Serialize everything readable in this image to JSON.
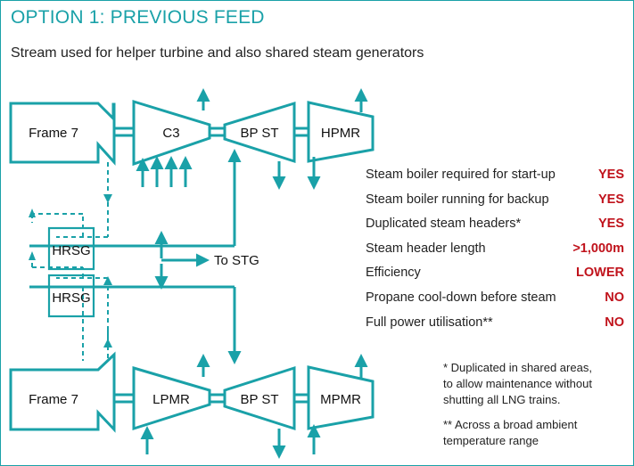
{
  "header": {
    "title": "OPTION 1: PREVIOUS FEED",
    "subtitle": "Stream used for helper turbine and also shared steam generators"
  },
  "diagram": {
    "top_train": {
      "gas_turbine": "Frame 7",
      "compressor_1": "C3",
      "steam_turbine": "BP ST",
      "compressor_2": "HPMR"
    },
    "bottom_train": {
      "gas_turbine": "Frame 7",
      "compressor_1": "LPMR",
      "steam_turbine": "BP ST",
      "compressor_2": "MPMR"
    },
    "hrsg_1": "HRSG",
    "hrsg_2": "HRSG",
    "to_stg": "To STG"
  },
  "comparison": [
    {
      "label": "Steam boiler required for start-up",
      "value": "YES"
    },
    {
      "label": "Steam boiler running for backup",
      "value": "YES"
    },
    {
      "label": "Duplicated steam headers*",
      "value": "YES"
    },
    {
      "label": "Steam header length",
      "value": ">1,000m"
    },
    {
      "label": "Efficiency",
      "value": "LOWER"
    },
    {
      "label": "Propane cool-down before steam",
      "value": "NO"
    },
    {
      "label": "Full power utilisation**",
      "value": "NO"
    }
  ],
  "notes": {
    "note_1_line_1": "* Duplicated in shared areas,",
    "note_1_line_2": "to allow maintenance without",
    "note_1_line_3": "shutting all LNG trains.",
    "note_2_line_1": "** Across a broad ambient",
    "note_2_line_2": "temperature range"
  },
  "colors": {
    "accent": "#1aa1a8",
    "value_red": "#c0121b"
  }
}
